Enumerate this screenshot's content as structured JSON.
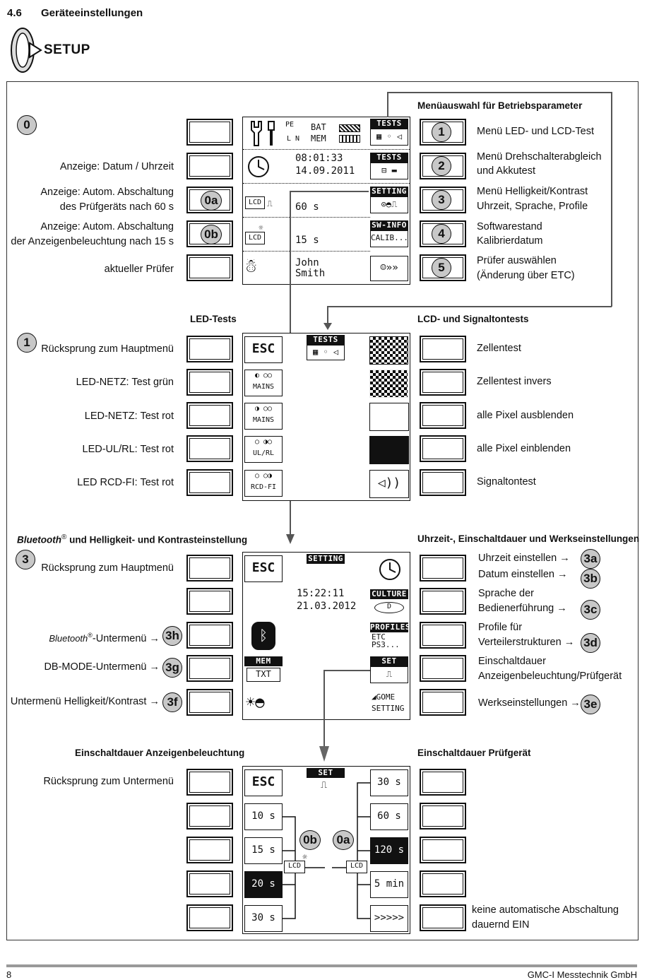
{
  "header": {
    "section_number": "4.6",
    "section_title": "Geräteeinstellungen",
    "setup_label": "SETUP"
  },
  "footer": {
    "page": "8",
    "company": "GMC-I Messtechnik GmbH"
  },
  "main_menu": {
    "badge": "0",
    "heading_right": "Menüauswahl für Betriebsparameter",
    "left_labels": [
      "Anzeige: Datum / Uhrzeit",
      "Anzeige: Autom. Abschaltung",
      "des Prüfgeräts nach 60 s",
      "Anzeige: Autom. Abschaltung",
      "der Anzeigenbeleuchtung nach 15 s",
      "aktueller Prüfer"
    ],
    "key_badges": [
      "0a",
      "0b"
    ],
    "right": [
      {
        "num": "1",
        "l1": "Menü LED- und LCD-Test",
        "l2": ""
      },
      {
        "num": "2",
        "l1": "Menü Drehschalterabgleich",
        "l2": "und Akkutest"
      },
      {
        "num": "3",
        "l1": "Menü Helligkeit/Kontrast",
        "l2": "Uhrzeit, Sprache, Profile"
      },
      {
        "num": "4",
        "l1": "Softwarestand",
        "l2": "Kalibrierdatum"
      },
      {
        "num": "5",
        "l1": "Prüfer auswählen",
        "l2": "(Änderung über ETC)"
      }
    ],
    "screen": {
      "time": "08:01:33",
      "date": "14.09.2011",
      "pe": "PE",
      "ln": "L N",
      "bat": "BAT",
      "mem": "MEM",
      "off1": "60 s",
      "off2": "15 s",
      "user1": "John",
      "user2": "Smith",
      "tag_tests": "TESTS",
      "tag_setting": "SETTING",
      "tag_swinfo": "SW-INFO",
      "calib": "CALIB...",
      "lcd": "LCD"
    }
  },
  "led_tests": {
    "badge": "1",
    "heading_left": "LED-Tests",
    "heading_right": "LCD- und Signaltontests",
    "left": [
      "Rücksprung zum Hauptmenü",
      "LED-NETZ: Test grün",
      "LED-NETZ: Test rot",
      "LED-UL/RL: Test rot",
      "LED RCD-FI: Test rot"
    ],
    "right": [
      "Zellentest",
      "Zellentest invers",
      "alle Pixel ausblenden",
      "alle Pixel einblenden",
      "Signaltontest"
    ],
    "screen": {
      "tag": "TESTS",
      "esc": "ESC",
      "mains": "MAINS",
      "ulrl": "UL/RL",
      "rcdfi": "RCD-FI",
      "sym1": "◐ ○○",
      "sym2": "◑ ○○",
      "sym3": "○ ◑○",
      "sym4": "○ ○◑"
    }
  },
  "setting": {
    "badge": "3",
    "heading_left_em": "Bluetooth",
    "heading_left_rest": " und Helligkeit- und Kontrasteinstellung",
    "reg": "®",
    "heading_right": "Uhrzeit-, Einschaltdauer und Werkseinstellungen",
    "left": [
      "Rücksprung zum Hauptmenü",
      "-Untermenü →",
      "DB-MODE-Untermenü →",
      "Untermenü Helligkeit/Kontrast →"
    ],
    "left_bt_em": "Bluetooth",
    "left_badges": [
      "3h",
      "3g",
      "3f"
    ],
    "right": [
      {
        "l1": "Uhrzeit einstellen →",
        "badge": "3a"
      },
      {
        "l1": "Datum einstellen →",
        "badge": "3b"
      },
      {
        "l1": "Sprache der",
        "l2": "Bedienerführung →",
        "badge": "3c"
      },
      {
        "l1": "Profile für",
        "l2": "Verteilerstrukturen →",
        "badge": "3d"
      },
      {
        "l1": "Einschaltdauer",
        "l2": "Anzeigenbeleuchtung/Prüfgerät"
      },
      {
        "l1": "Werkseinstellungen →",
        "badge": "3e"
      }
    ],
    "screen": {
      "tag": "SETTING",
      "esc": "ESC",
      "time": "15:22:11",
      "date": "21.03.2012",
      "culture": "CULTURE",
      "profiles": "PROFILES",
      "etc": "ETC",
      "ps3": "PS3...",
      "mem": "MEM",
      "txt": "TXT",
      "set": "SET",
      "gome": "GOME",
      "setting2": "SETTING"
    }
  },
  "duration": {
    "heading_left": "Einschaltdauer Anzeigenbeleuchtung",
    "heading_right": "Einschaltdauer Prüfgerät",
    "left_label": "Rücksprung zum Untermenü",
    "right_label_1": "keine automatische Abschaltung",
    "right_label_2": "dauernd EIN",
    "screen": {
      "tag": "SET",
      "esc": "ESC",
      "left": [
        "10 s",
        "15 s",
        "20 s",
        "30 s"
      ],
      "right": [
        "30 s",
        "60 s",
        "120 s",
        "5 min",
        ">>>>>"
      ],
      "badge_b": "0b",
      "badge_a": "0a",
      "lcd": "LCD"
    }
  }
}
